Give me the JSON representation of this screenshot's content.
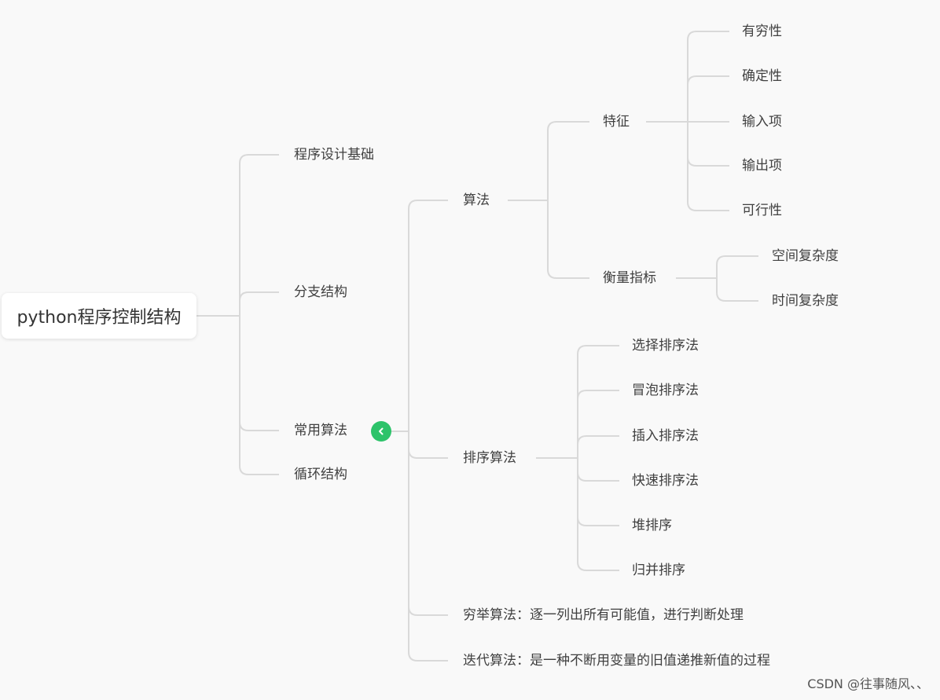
{
  "root": {
    "label": "python程序控制结构"
  },
  "branches": {
    "basics": "程序设计基础",
    "branch": "分支结构",
    "common": "常用算法",
    "loop": "循环结构"
  },
  "algorithm": {
    "label": "算法",
    "feature": {
      "label": "特征",
      "items": [
        "有穷性",
        "确定性",
        "输入项",
        "输出项",
        "可行性"
      ]
    },
    "measure": {
      "label": "衡量指标",
      "items": [
        "空间复杂度",
        "时间复杂度"
      ]
    }
  },
  "sorting": {
    "label": "排序算法",
    "items": [
      "选择排序法",
      "冒泡排序法",
      "插入排序法",
      "快速排序法",
      "堆排序",
      "归并排序"
    ]
  },
  "exhaustive": {
    "label": "穷举算法：逐一列出所有可能值，进行判断处理"
  },
  "iterative": {
    "label": "迭代算法：是一种不断用变量的旧值递推新值的过程"
  },
  "icons": {
    "collapse": "chevron-left-icon"
  },
  "colors": {
    "line": "#d9d9d9",
    "collapse_button": "#2dc36a",
    "text": "#404040"
  },
  "watermark": {
    "text": "CSDN @往事随风、、"
  }
}
